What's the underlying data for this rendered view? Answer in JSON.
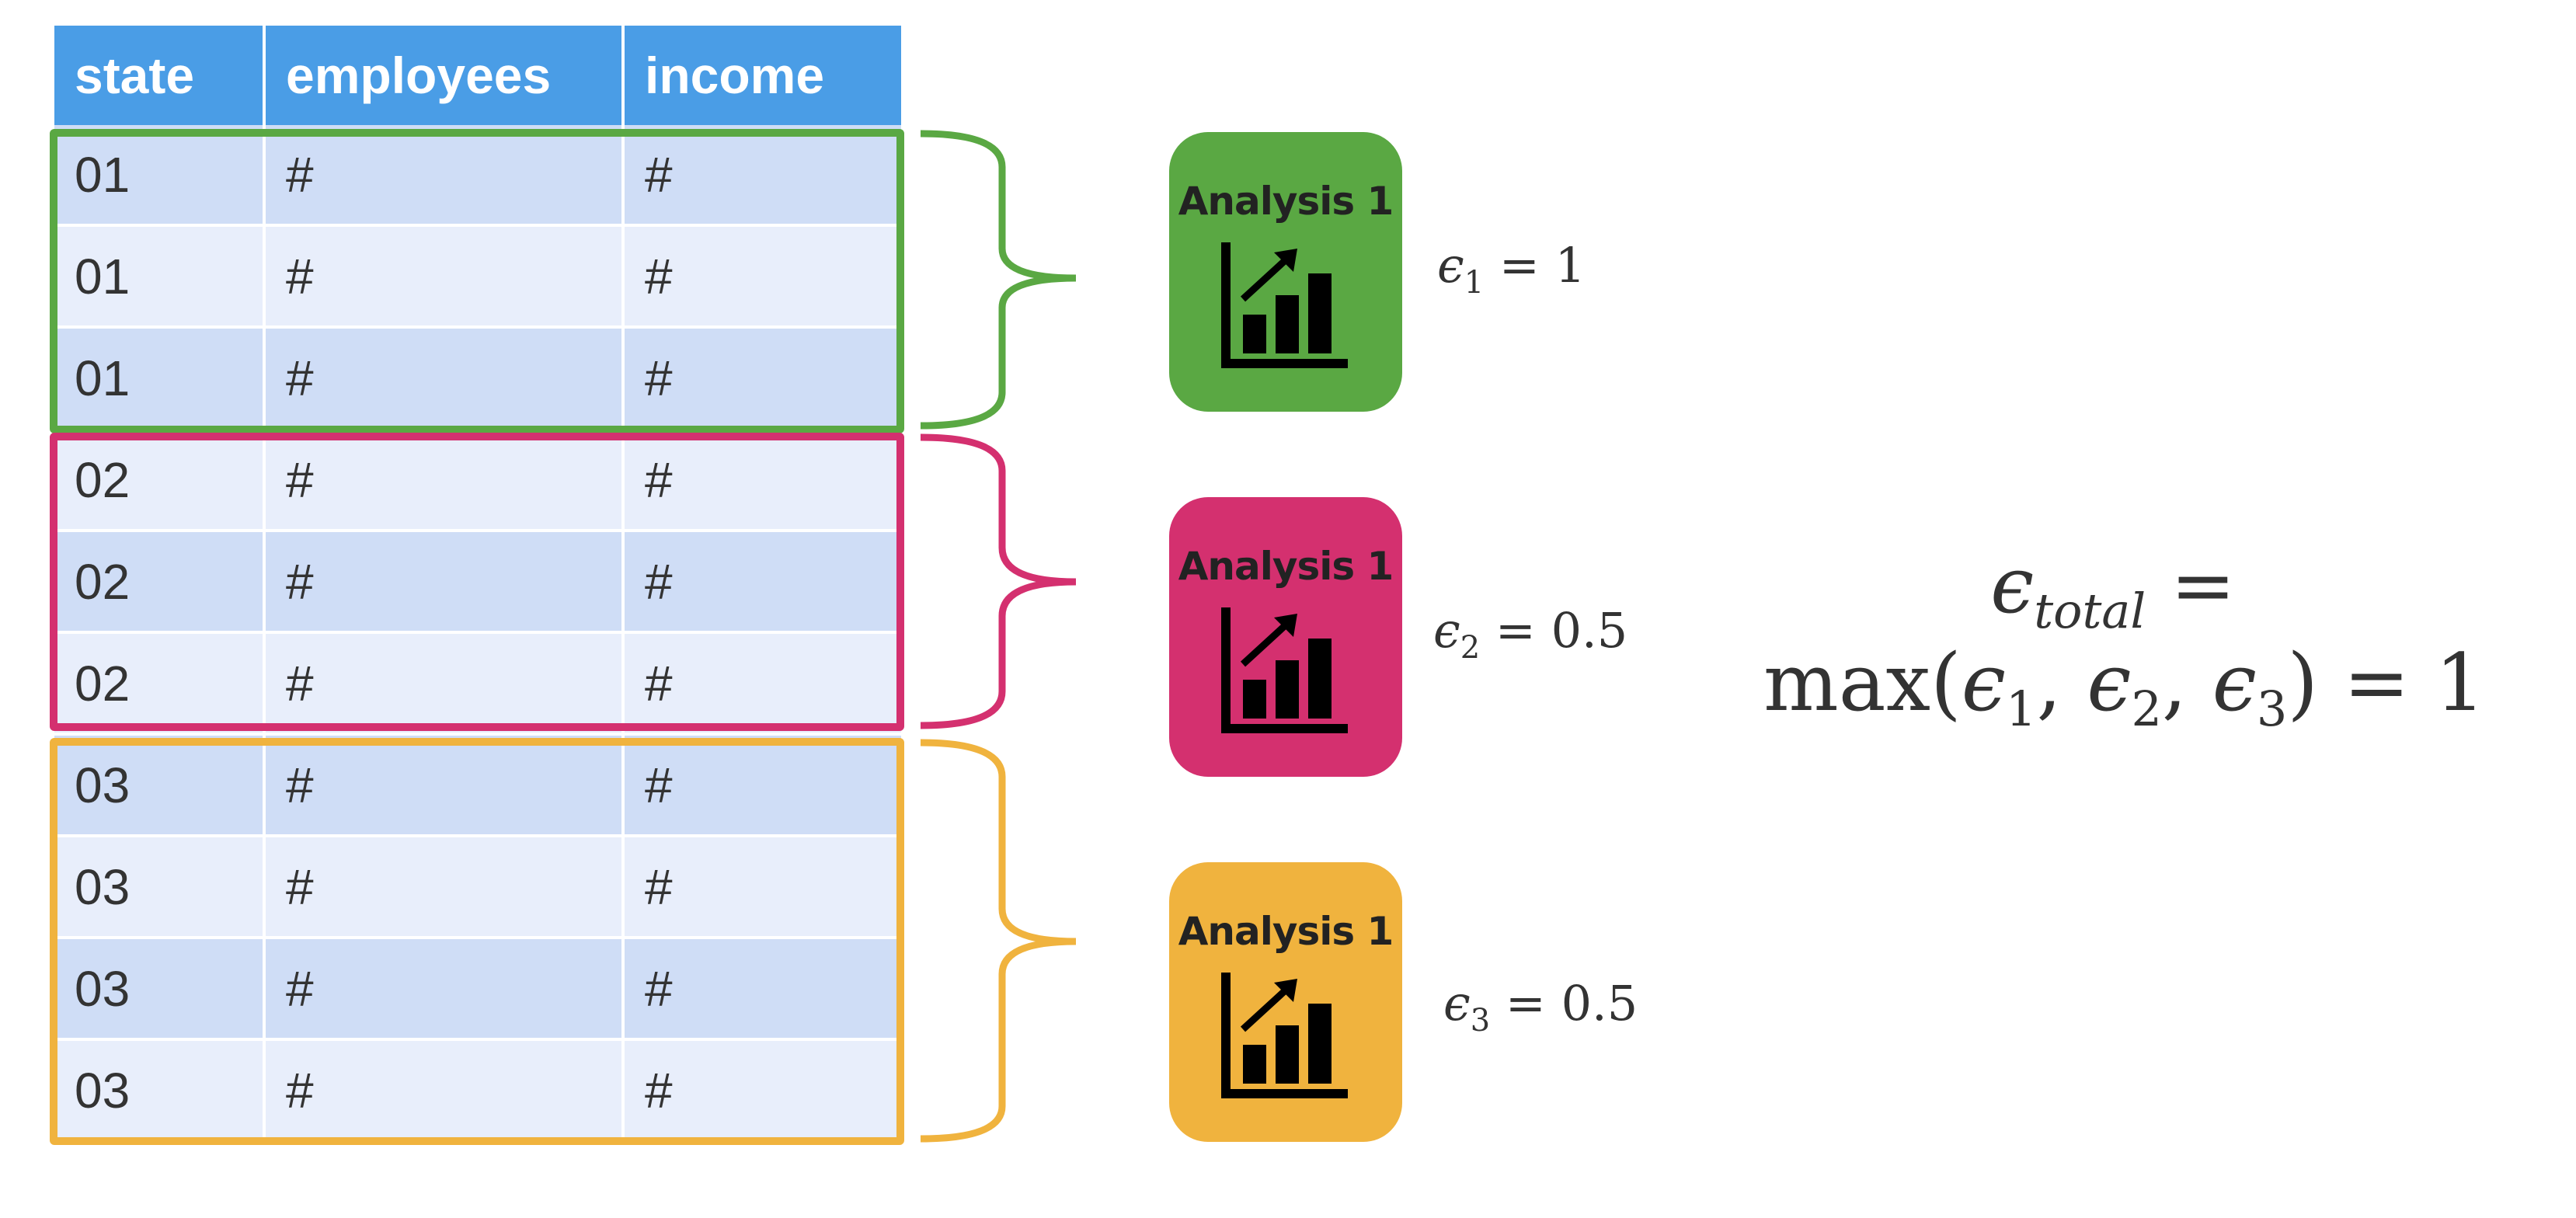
{
  "table": {
    "headers": [
      "state",
      "employees",
      "income"
    ],
    "rows": [
      [
        "01",
        "#",
        "#"
      ],
      [
        "01",
        "#",
        "#"
      ],
      [
        "01",
        "#",
        "#"
      ],
      [
        "02",
        "#",
        "#"
      ],
      [
        "02",
        "#",
        "#"
      ],
      [
        "02",
        "#",
        "#"
      ],
      [
        "03",
        "#",
        "#"
      ],
      [
        "03",
        "#",
        "#"
      ],
      [
        "03",
        "#",
        "#"
      ],
      [
        "03",
        "#",
        "#"
      ]
    ]
  },
  "groups": [
    {
      "state": "01",
      "color": "#5aa843",
      "analysis_label": "Analysis 1",
      "epsilon_symbol": "ϵ",
      "epsilon_sub": "1",
      "epsilon_value": "= 1"
    },
    {
      "state": "02",
      "color": "#d4306f",
      "analysis_label": "Analysis 1",
      "epsilon_symbol": "ϵ",
      "epsilon_sub": "2",
      "epsilon_value": "= 0.5"
    },
    {
      "state": "03",
      "color": "#f0b33e",
      "analysis_label": "Analysis 1",
      "epsilon_symbol": "ϵ",
      "epsilon_sub": "3",
      "epsilon_value": "= 0.5"
    }
  ],
  "icons": [
    "bar-chart-growth-icon",
    "bar-chart-growth-icon",
    "bar-chart-growth-icon"
  ],
  "formula": {
    "line1_symbol": "ϵ",
    "line1_sub": "total",
    "line1_tail": " =",
    "line2": {
      "func": "max(",
      "e1": "ϵ",
      "s1": "1",
      "comma1": ", ",
      "e2": "ϵ",
      "s2": "2",
      "comma2": ", ",
      "e3": "ϵ",
      "s3": "3",
      "tail": ") = 1"
    }
  }
}
